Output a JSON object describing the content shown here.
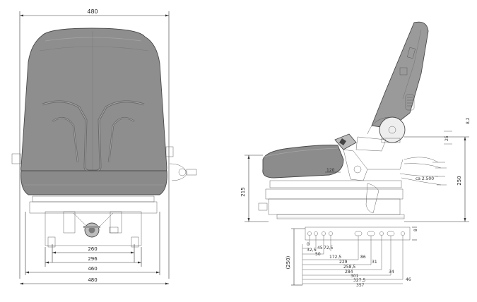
{
  "front_view": {
    "top_width": "480",
    "inner_width_1": "260",
    "inner_width_2": "296",
    "base_width": "460",
    "bottom_width": "480"
  },
  "side_view": {
    "offset_120": "120",
    "height_215": "215",
    "height_250": "250",
    "cable": "ca 2.500",
    "rail_dim": "8",
    "right_small": "8,2",
    "vertical_dim": "(250)",
    "small_vert": "25"
  },
  "rail_dims": {
    "d0": "0",
    "d32": "32,5",
    "d45": "45",
    "d72": "72,5",
    "d50": "50",
    "d86": "86",
    "d172": "172,5",
    "d229": "229",
    "d31": "31",
    "d258": "258,5",
    "d284": "284",
    "d34": "34",
    "d301": "301",
    "d327": "327,5",
    "d46": "46",
    "d357": "357"
  }
}
